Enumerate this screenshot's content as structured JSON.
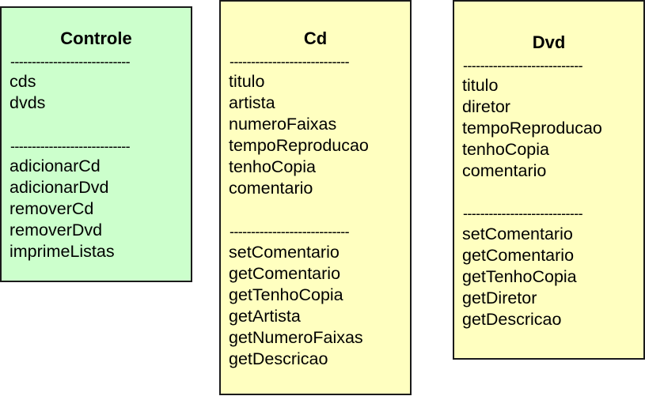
{
  "classes": [
    {
      "name": "Controle",
      "fill": "#ccffcc",
      "separator": "----------------------------",
      "attributes": [
        "cds",
        "dvds"
      ],
      "methods": [
        "adicionarCd",
        "adicionarDvd",
        "removerCd",
        "removerDvd",
        "imprimeListas"
      ]
    },
    {
      "name": "Cd",
      "fill": "#ffffc0",
      "separator": "----------------------------",
      "attributes": [
        "titulo",
        "artista",
        "numeroFaixas",
        "tempoReproducao",
        "tenhoCopia",
        "comentario"
      ],
      "methods": [
        "setComentario",
        "getComentario",
        "getTenhoCopia",
        "getArtista",
        "getNumeroFaixas",
        "getDescricao"
      ]
    },
    {
      "name": "Dvd",
      "fill": "#ffffc0",
      "separator": "----------------------------",
      "attributes": [
        "titulo",
        "diretor",
        "tempoReproducao",
        "tenhoCopia",
        "comentario"
      ],
      "methods": [
        "setComentario",
        "getComentario",
        "getTenhoCopia",
        "getDiretor",
        "getDescricao"
      ]
    }
  ]
}
